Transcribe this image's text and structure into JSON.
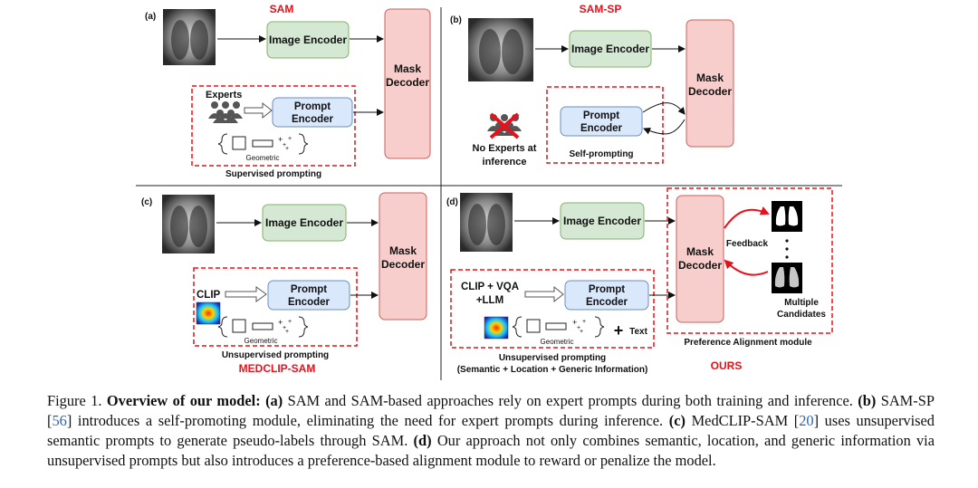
{
  "panels": {
    "a": {
      "letter": "(a)",
      "title": "SAM",
      "image_encoder": "Image Encoder",
      "mask_decoder": [
        "Mask",
        "Decoder"
      ],
      "prompt_encoder": [
        "Prompt",
        "Encoder"
      ],
      "experts": "Experts",
      "geometric": "Geometric",
      "prompting_label": "Supervised prompting"
    },
    "b": {
      "letter": "(b)",
      "title": "SAM-SP",
      "image_encoder": "Image Encoder",
      "mask_decoder": [
        "Mask",
        "Decoder"
      ],
      "prompt_encoder": [
        "Prompt",
        "Encoder"
      ],
      "no_experts": [
        "No Experts at",
        "inference"
      ],
      "prompting_label": "Self-prompting"
    },
    "c": {
      "letter": "(c)",
      "title": "MEDCLIP-SAM",
      "image_encoder": "Image Encoder",
      "mask_decoder": [
        "Mask",
        "Decoder"
      ],
      "prompt_encoder": [
        "Prompt",
        "Encoder"
      ],
      "clip": "CLIP",
      "geometric": "Geometric",
      "prompting_label": "Unsupervised prompting"
    },
    "d": {
      "letter": "(d)",
      "title": "OURS",
      "image_encoder": "Image Encoder",
      "mask_decoder": [
        "Mask",
        "Decoder"
      ],
      "prompt_encoder": [
        "Prompt",
        "Encoder"
      ],
      "clip_vqa": [
        "CLIP + VQA",
        "+LLM"
      ],
      "geometric": "Geometric",
      "text": "Text",
      "prompting_label": "Unsupervised prompting",
      "prompting_sub": "(Semantic + Location + Generic Information)",
      "feedback": "Feedback",
      "candidates": [
        "Multiple",
        "Candidates"
      ],
      "module_label": "Preference Alignment module"
    }
  },
  "caption": {
    "fig_label": "Figure 1.",
    "fig_title": "Overview of our model:",
    "a_tag": "(a)",
    "a_text": "SAM and SAM-based approaches rely on expert prompts during both training and inference.",
    "b_tag": "(b)",
    "b_text_1": "SAM-SP [",
    "b_ref": "56",
    "b_text_2": "] introduces a self-promoting module, eliminating the need for expert prompts during inference.",
    "c_tag": "(c)",
    "c_text_1": "MedCLIP-SAM [",
    "c_ref": "20",
    "c_text_2": "] uses unsupervised semantic prompts to generate pseudo-labels through SAM.",
    "d_tag": "(d)",
    "d_text": "Our approach not only combines semantic, location, and generic information via unsupervised prompts but also introduces a preference-based alignment module to reward or penalize the model."
  },
  "colors": {
    "green_box": "#d5e8d4",
    "green_border": "#82b366",
    "blue_box": "#dae8fc",
    "blue_border": "#6c8ebf",
    "pink_box": "#f8cecc",
    "pink_border": "#c8625e",
    "red": "#e8101a"
  }
}
